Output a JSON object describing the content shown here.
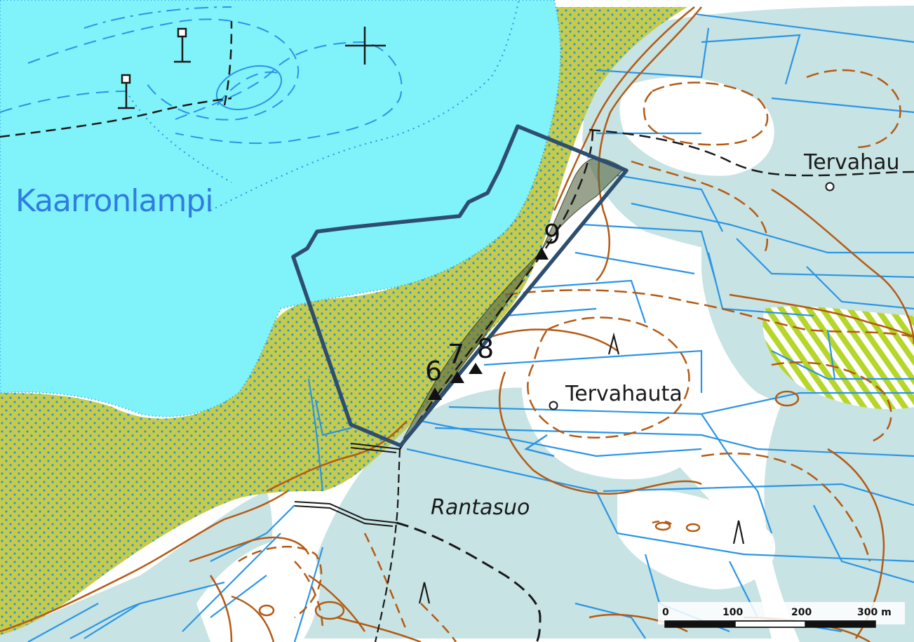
{
  "map": {
    "labels": {
      "lake": "Kaarronlampi",
      "place_main": "Tervahauta",
      "place_edge": "Tervahau",
      "bog": "Rantasuo"
    },
    "observation_points": [
      "6",
      "7",
      "8",
      "9"
    ],
    "scale_bar": {
      "ticks": [
        "0",
        "100",
        "200",
        "300 m"
      ]
    },
    "colors": {
      "water": "#80f2fa",
      "bog": "#c7e3e3",
      "open_land": "#ffffff",
      "ditch": "#2a95e6",
      "contour": "#b45a14",
      "boundary": "#2e4e6f",
      "shoreline_meadow": "#c6cc4a",
      "highlight": "#55643f",
      "hatch": "#b6d629"
    },
    "icons": [
      "triangle-marker-icon",
      "survey-mast-icon",
      "cross-icon",
      "rock-icon",
      "circle-marker-icon"
    ]
  }
}
